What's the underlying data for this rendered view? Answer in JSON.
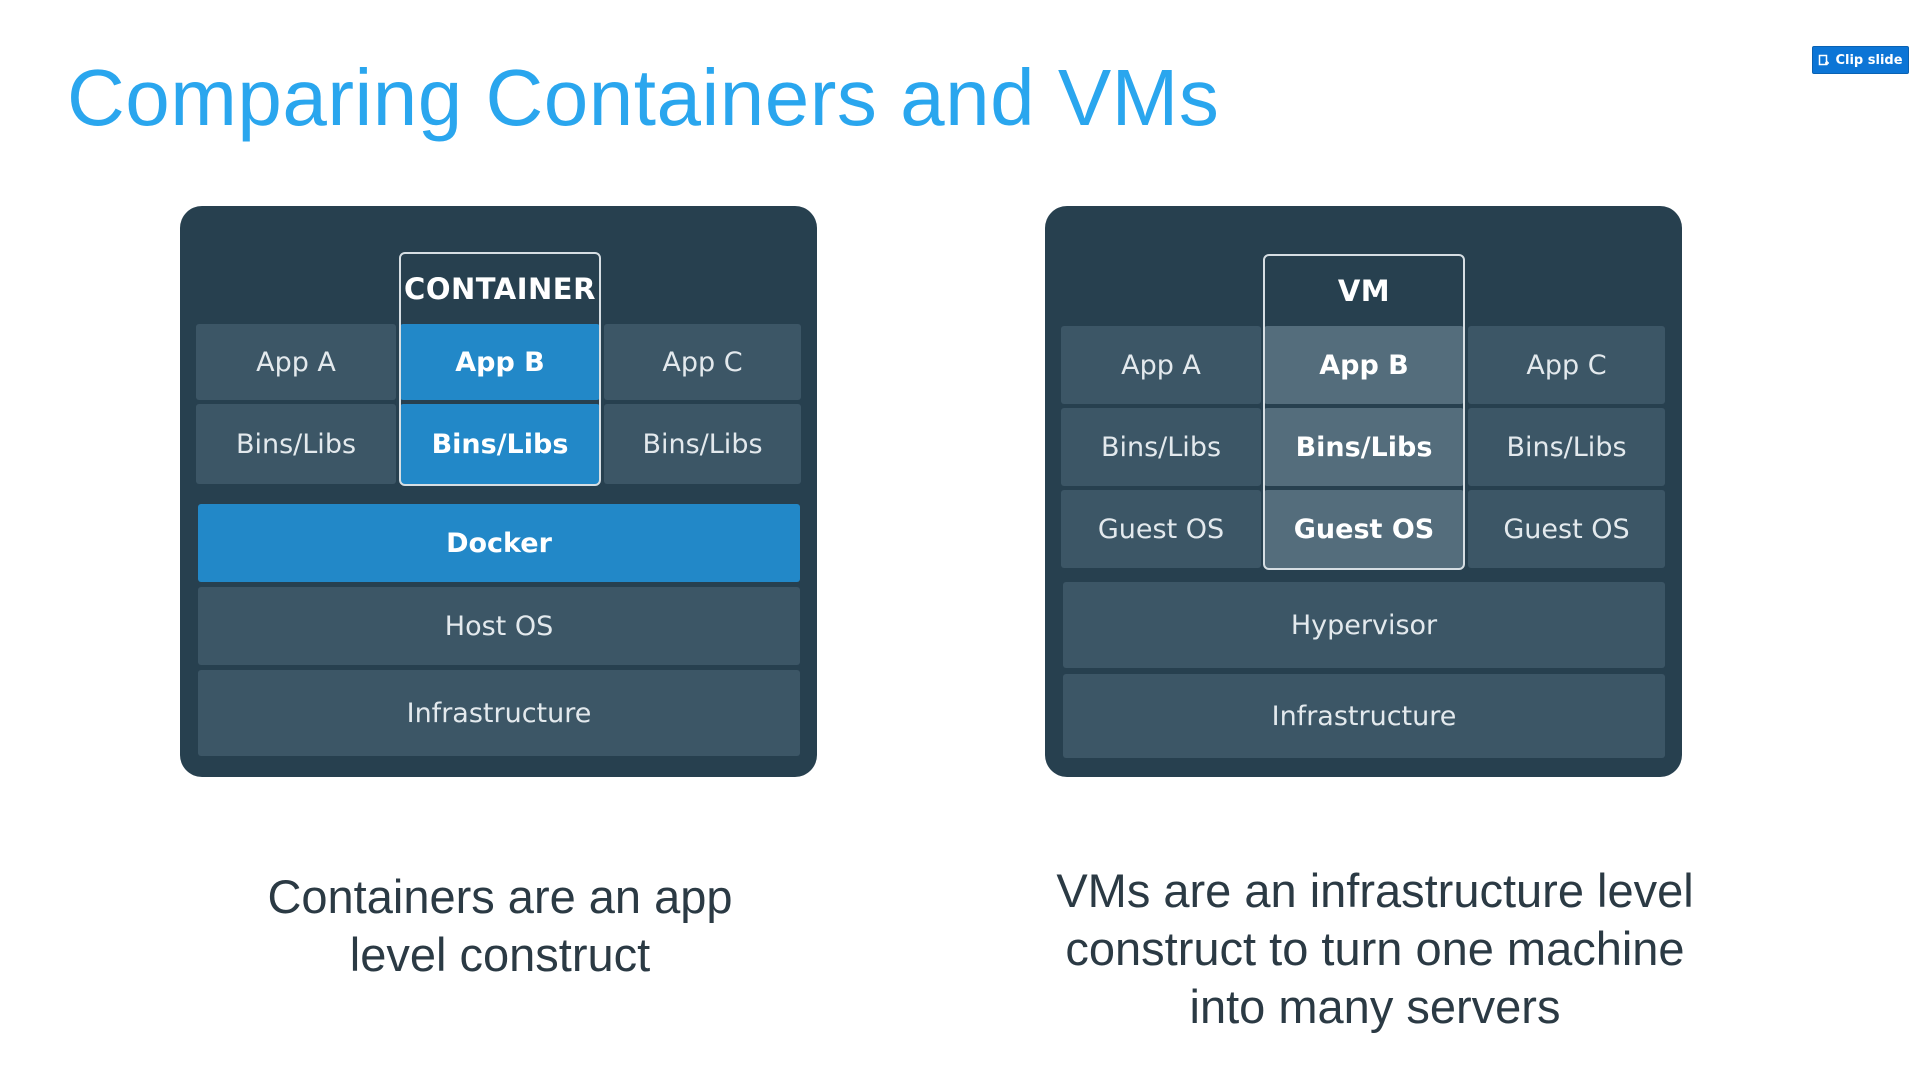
{
  "title": "Comparing Containers and VMs",
  "clip_button": {
    "label": "Clip slide",
    "icon": "clip-icon"
  },
  "containers": {
    "frame_label": "CONTAINER",
    "apps": [
      "App A",
      "App B",
      "App C"
    ],
    "libs": [
      "Bins/Libs",
      "Bins/Libs",
      "Bins/Libs"
    ],
    "docker": "Docker",
    "host_os": "Host OS",
    "infrastructure": "Infrastructure",
    "caption_line1": "Containers are an app",
    "caption_line2": "level construct"
  },
  "vms": {
    "frame_label": "VM",
    "apps": [
      "App A",
      "App B",
      "App C"
    ],
    "libs": [
      "Bins/Libs",
      "Bins/Libs",
      "Bins/Libs"
    ],
    "guest_os": [
      "Guest OS",
      "Guest OS",
      "Guest OS"
    ],
    "hypervisor": "Hypervisor",
    "infrastructure": "Infrastructure",
    "caption_line1": "VMs are an infrastructure level",
    "caption_line2": "construct to turn one machine",
    "caption_line3": "into many servers"
  },
  "colors": {
    "title": "#2aa6ee",
    "panel": "#27404f",
    "cell": "#3c5666",
    "accent_blue": "#2288c8",
    "vm_highlight": "#546d7c",
    "caption": "#2b3a44"
  }
}
